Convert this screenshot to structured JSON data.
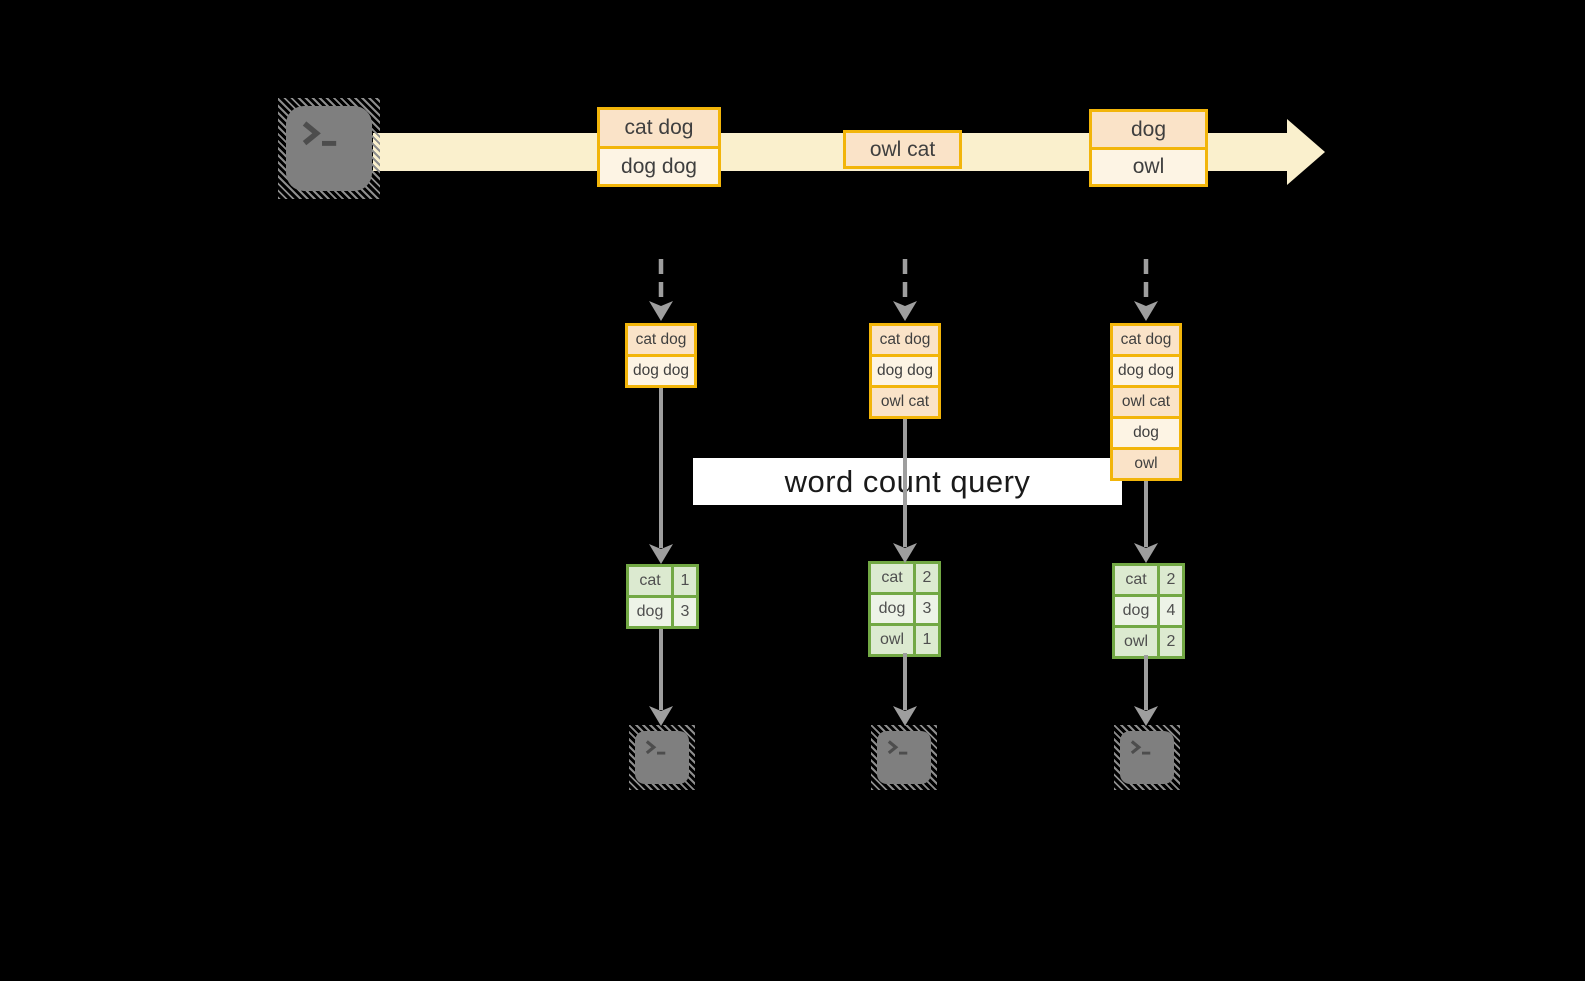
{
  "banner": {
    "label": "word count query"
  },
  "stream": {
    "events": [
      {
        "lines": [
          "cat dog",
          "dog dog"
        ]
      },
      {
        "lines": [
          "owl cat"
        ]
      },
      {
        "lines": [
          "dog",
          "owl"
        ]
      }
    ]
  },
  "columns": [
    {
      "buffer": [
        "cat dog",
        "dog dog"
      ],
      "counts": [
        {
          "word": "cat",
          "count": "1"
        },
        {
          "word": "dog",
          "count": "3"
        }
      ]
    },
    {
      "buffer": [
        "cat dog",
        "dog dog",
        "owl cat"
      ],
      "counts": [
        {
          "word": "cat",
          "count": "2"
        },
        {
          "word": "dog",
          "count": "3"
        },
        {
          "word": "owl",
          "count": "1"
        }
      ]
    },
    {
      "buffer": [
        "cat dog",
        "dog dog",
        "owl cat",
        "dog",
        "owl"
      ],
      "counts": [
        {
          "word": "cat",
          "count": "2"
        },
        {
          "word": "dog",
          "count": "4"
        },
        {
          "word": "owl",
          "count": "2"
        }
      ]
    }
  ],
  "icons": {
    "source": "terminal-icon",
    "sinks": [
      "terminal-icon",
      "terminal-icon",
      "terminal-icon"
    ]
  },
  "colors": {
    "stream_band": "#faf0cd",
    "box_border": "#f2b50a",
    "box_fill_a": "#fae3c8",
    "box_fill_b": "#fdf4e4",
    "table_border": "#72a844",
    "table_fill_a": "#dcead0",
    "table_fill_b": "#edf3e7",
    "arrow_gray": "#9e9e9e",
    "terminal_gray": "#7f7f7f",
    "banner_bg": "#ffffff"
  }
}
